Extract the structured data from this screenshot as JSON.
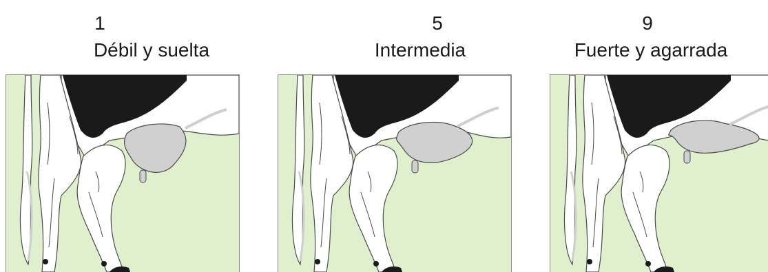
{
  "panels": [
    {
      "score": "1",
      "label": "Débil y suelta",
      "udder_drop": 1.0
    },
    {
      "score": "5",
      "label": "Intermedia",
      "udder_drop": 0.5
    },
    {
      "score": "9",
      "label": "Fuerte y agarrada",
      "udder_drop": 0.0
    }
  ],
  "colors": {
    "background": "#e0f0cf",
    "udder": "#d0d0d0",
    "body_black": "#1a1a1a",
    "outline": "#4a4a4a",
    "leg_white": "#ffffff",
    "shadow": "#cfcfcf"
  }
}
